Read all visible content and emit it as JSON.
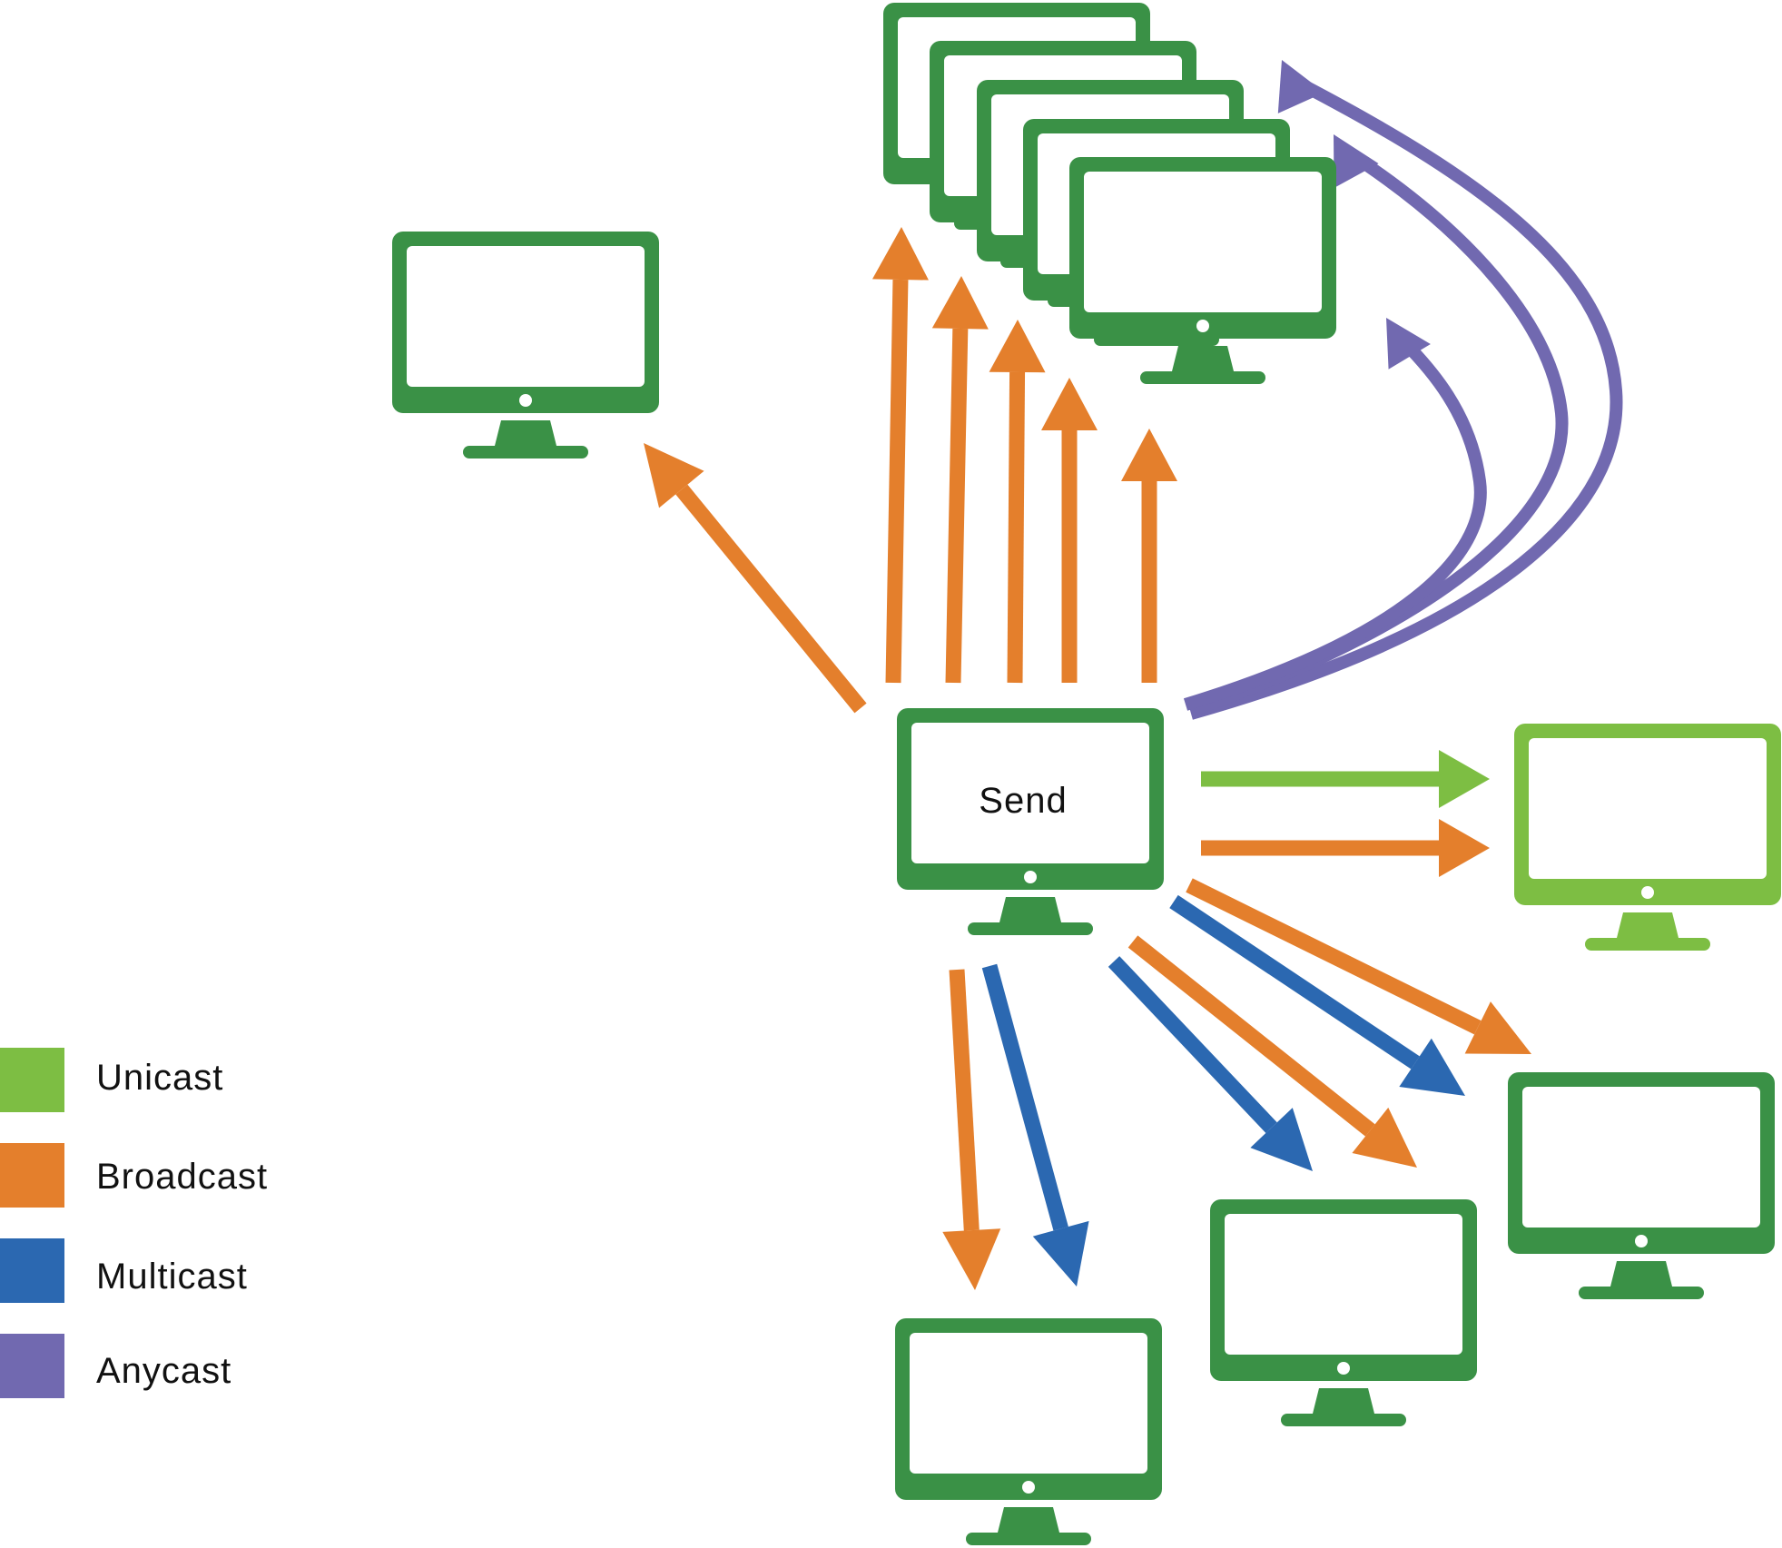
{
  "sender": {
    "label": "Send"
  },
  "colors": {
    "host": "#3a9146",
    "unicast_host": "#7dbe43",
    "unicast": "#7dbe43",
    "broadcast": "#e47f2c",
    "multicast": "#2b68b1",
    "anycast": "#7169b0"
  },
  "legend": {
    "items": [
      {
        "label": "Unicast",
        "color": "#7dbe43"
      },
      {
        "label": "Broadcast",
        "color": "#e47f2c"
      },
      {
        "label": "Multicast",
        "color": "#2b68b1"
      },
      {
        "label": "Anycast",
        "color": "#7169b0"
      }
    ]
  }
}
